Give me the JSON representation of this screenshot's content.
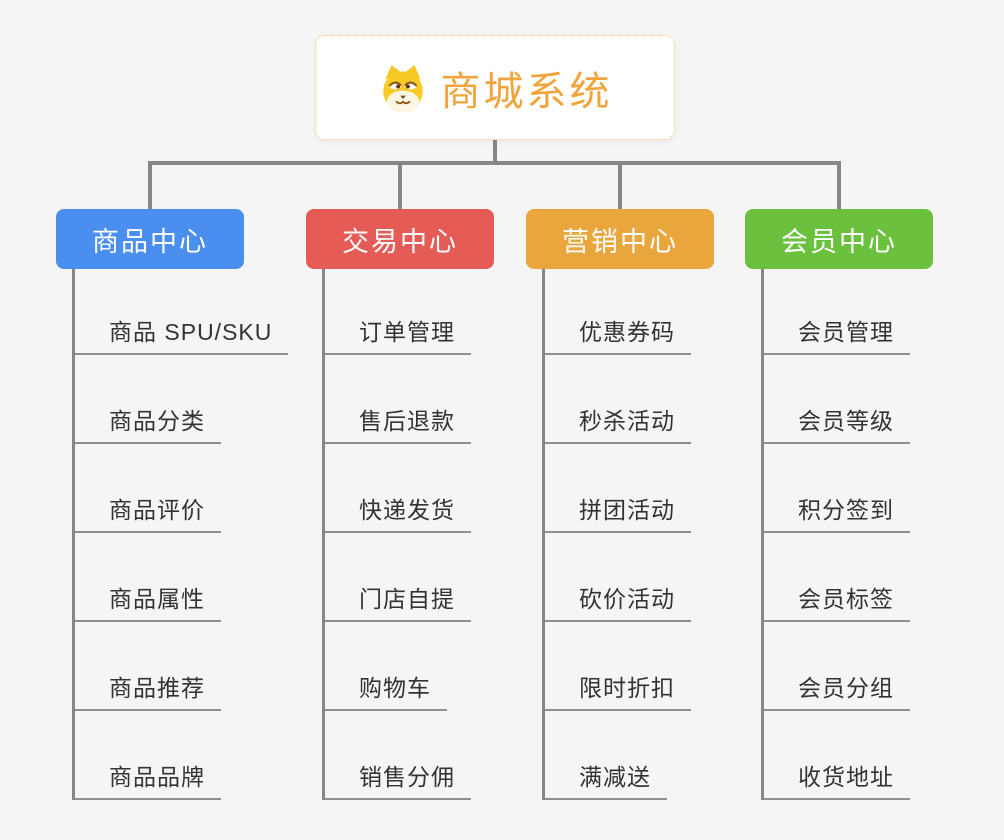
{
  "root": {
    "title": "商城系统",
    "icon": "shiba-dog-icon"
  },
  "branches": [
    {
      "id": "product-center",
      "label": "商品中心",
      "color": "#4a8ef0",
      "children": [
        "商品 SPU/SKU",
        "商品分类",
        "商品评价",
        "商品属性",
        "商品推荐",
        "商品品牌"
      ]
    },
    {
      "id": "trade-center",
      "label": "交易中心",
      "color": "#e45c55",
      "children": [
        "订单管理",
        "售后退款",
        "快递发货",
        "门店自提",
        "购物车",
        "销售分佣"
      ]
    },
    {
      "id": "marketing-center",
      "label": "营销中心",
      "color": "#e9a63d",
      "children": [
        "优惠券码",
        "秒杀活动",
        "拼团活动",
        "砍价活动",
        "限时折扣",
        "满减送"
      ]
    },
    {
      "id": "member-center",
      "label": "会员中心",
      "color": "#6bc13d",
      "children": [
        "会员管理",
        "会员等级",
        "积分签到",
        "会员标签",
        "会员分组",
        "收货地址"
      ]
    }
  ],
  "colors": {
    "background": "#f5f5f5",
    "connector": "#878787",
    "underline": "#8f8f8f",
    "root_text": "#f2a43c",
    "root_border": "#f3c478",
    "child_text": "#333333"
  }
}
